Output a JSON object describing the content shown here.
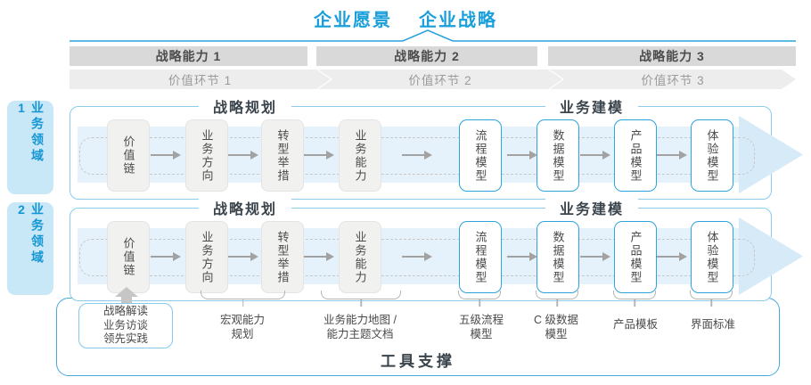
{
  "title": {
    "vision": "企业愿景",
    "strategy": "企业战略"
  },
  "capabilities": [
    "战略能力 1",
    "战略能力 2",
    "战略能力 3"
  ],
  "value_links": [
    "价值环节 1",
    "价值环节 2",
    "价值环节 3"
  ],
  "domains": [
    "业务领域 1",
    "业务领域 2"
  ],
  "row_headers": {
    "planning": "战略规划",
    "modeling": "业务建模"
  },
  "flow_boxes": [
    {
      "label": "价值链",
      "type": "strategy"
    },
    {
      "label": "业务方向",
      "type": "strategy"
    },
    {
      "label": "转型举措",
      "type": "strategy"
    },
    {
      "label": "业务能力",
      "type": "strategy"
    },
    {
      "label": "流程模型",
      "type": "modeling"
    },
    {
      "label": "数据模型",
      "type": "modeling"
    },
    {
      "label": "产品模型",
      "type": "modeling"
    },
    {
      "label": "体验模型",
      "type": "modeling"
    }
  ],
  "annotations": [
    {
      "lines": [
        "战略解读",
        "业务访谈",
        "领先实践"
      ]
    },
    {
      "lines": [
        "宏观能力",
        "规划"
      ]
    },
    {
      "lines": [
        "业务能力地图 /",
        "能力主题文档"
      ]
    },
    {
      "lines": [
        "五级流程",
        "模型"
      ]
    },
    {
      "lines": [
        "C 级数据",
        "模型"
      ]
    },
    {
      "lines": [
        "产品模板"
      ]
    },
    {
      "lines": [
        "界面标准"
      ]
    }
  ],
  "footer": {
    "label": "工具支撑"
  },
  "colors": {
    "accent_blue": "#189fdb",
    "row_border_blue": "#8ccbec",
    "band_blue": "#e6f2fb",
    "bar_gray": "#d9d9d9",
    "chevron_gray": "#ededed",
    "box_gray": "#f1f1f0",
    "text_dark": "#3a444c",
    "text_gray": "#4a4a4a"
  }
}
